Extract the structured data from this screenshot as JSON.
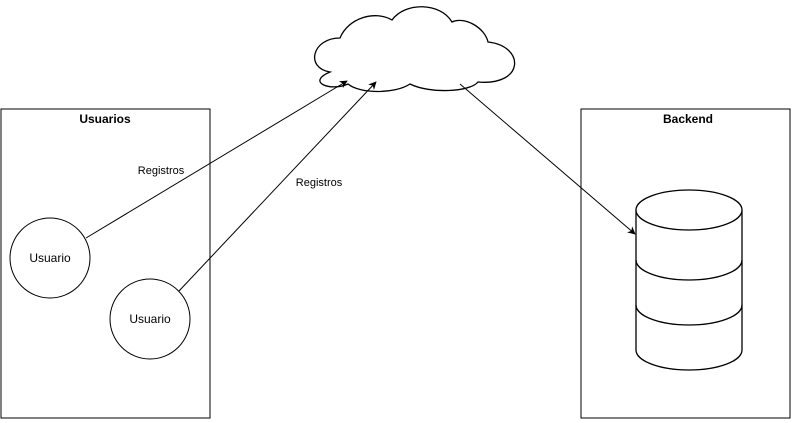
{
  "containers": {
    "usuarios": {
      "title": "Usuarios"
    },
    "backend": {
      "title": "Backend"
    }
  },
  "nodes": {
    "usuario_1": {
      "label": "Usuario"
    },
    "usuario_2": {
      "label": "Usuario"
    },
    "cloud": {
      "label": ""
    },
    "database": {
      "label": ""
    }
  },
  "edges": {
    "registros_1": {
      "label": "Registros",
      "from": "usuario_1",
      "to": "cloud"
    },
    "registros_2": {
      "label": "Registros",
      "from": "usuario_2",
      "to": "cloud"
    },
    "cloud_to_db": {
      "label": "",
      "from": "cloud",
      "to": "database"
    }
  },
  "colors": {
    "stroke": "#000000",
    "fill": "#ffffff"
  }
}
